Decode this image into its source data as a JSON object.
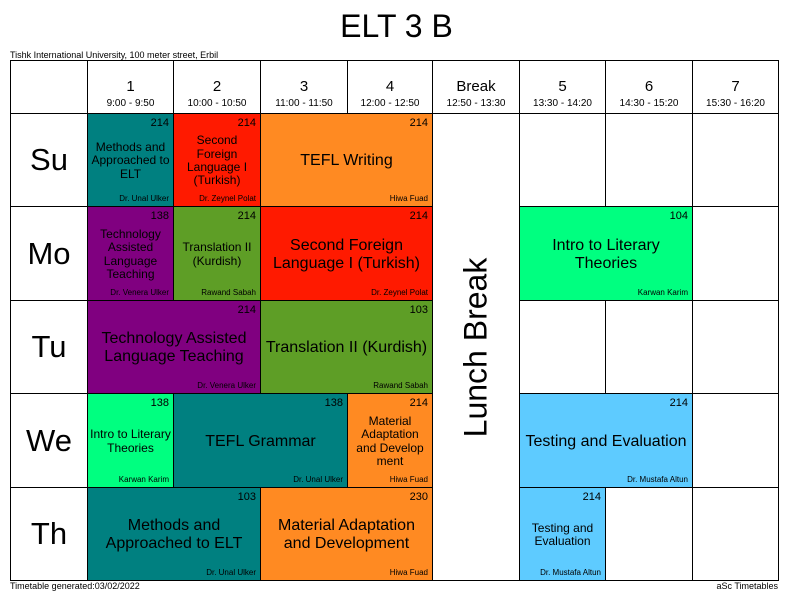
{
  "title": "ELT 3 B",
  "address": "Tishk International University, 100 meter street, Erbil",
  "footer": {
    "generated": "Timetable generated:03/02/2022",
    "app": "aSc Timetables"
  },
  "periods": [
    {
      "num": "1",
      "time": "9:00 - 9:50"
    },
    {
      "num": "2",
      "time": "10:00 - 10:50"
    },
    {
      "num": "3",
      "time": "11:00 - 11:50"
    },
    {
      "num": "4",
      "time": "12:00 - 12:50"
    },
    {
      "num": "Break",
      "time": "12:50 - 13:30"
    },
    {
      "num": "5",
      "time": "13:30 - 14:20"
    },
    {
      "num": "6",
      "time": "14:30 - 15:20"
    },
    {
      "num": "7",
      "time": "15:30 - 16:20"
    }
  ],
  "days": [
    "Su",
    "Mo",
    "Tu",
    "We",
    "Th"
  ],
  "break_label": "Lunch Break",
  "colors": {
    "teal": "#008080",
    "red": "#ff1a00",
    "orange": "#ff8a22",
    "purple": "#800080",
    "green": "#5e9e26",
    "mint": "#00ff80",
    "blue": "#5ecbff"
  },
  "lessons": [
    {
      "day": 0,
      "period": 1,
      "span": 1,
      "subject": "Methods and Approached to ELT",
      "room": "214",
      "teacher": "Dr. Unal Ulker",
      "color": "teal"
    },
    {
      "day": 0,
      "period": 2,
      "span": 1,
      "subject": "Second Foreign Language I (Turkish)",
      "room": "214",
      "teacher": "Dr. Zeynel Polat",
      "color": "red"
    },
    {
      "day": 0,
      "period": 3,
      "span": 2,
      "subject": "TEFL Writing",
      "room": "214",
      "teacher": "Hiwa Fuad",
      "color": "orange"
    },
    {
      "day": 1,
      "period": 1,
      "span": 1,
      "subject": "Technology Assisted Language Teaching",
      "room": "138",
      "teacher": "Dr. Venera Ulker",
      "color": "purple"
    },
    {
      "day": 1,
      "period": 2,
      "span": 1,
      "subject": "Translation II (Kurdish)",
      "room": "214",
      "teacher": "Rawand Sabah",
      "color": "green"
    },
    {
      "day": 1,
      "period": 3,
      "span": 2,
      "subject": "Second Foreign Language I (Turkish)",
      "room": "214",
      "teacher": "Dr. Zeynel Polat",
      "color": "red"
    },
    {
      "day": 1,
      "period": 5,
      "span": 2,
      "subject": "Intro to Literary Theories",
      "room": "104",
      "teacher": "Karwan Karim",
      "color": "mint"
    },
    {
      "day": 2,
      "period": 1,
      "span": 2,
      "subject": "Technology Assisted Language Teaching",
      "room": "214",
      "teacher": "Dr. Venera Ulker",
      "color": "purple"
    },
    {
      "day": 2,
      "period": 3,
      "span": 2,
      "subject": "Translation II (Kurdish)",
      "room": "103",
      "teacher": "Rawand Sabah",
      "color": "green"
    },
    {
      "day": 3,
      "period": 1,
      "span": 1,
      "subject": "Intro to Literary Theories",
      "room": "138",
      "teacher": "Karwan Karim",
      "color": "mint"
    },
    {
      "day": 3,
      "period": 2,
      "span": 2,
      "subject": "TEFL Grammar",
      "room": "138",
      "teacher": "Dr. Unal Ulker",
      "color": "teal"
    },
    {
      "day": 3,
      "period": 4,
      "span": 1,
      "subject": "Material Adaptation and Develop ment",
      "room": "214",
      "teacher": "Hiwa Fuad",
      "color": "orange"
    },
    {
      "day": 3,
      "period": 5,
      "span": 2,
      "subject": "Testing and Evaluation",
      "room": "214",
      "teacher": "Dr. Mustafa Altun",
      "color": "blue"
    },
    {
      "day": 4,
      "period": 1,
      "span": 2,
      "subject": "Methods and Approached to ELT",
      "room": "103",
      "teacher": "Dr. Unal Ulker",
      "color": "teal"
    },
    {
      "day": 4,
      "period": 3,
      "span": 2,
      "subject": "Material Adaptation and Development",
      "room": "230",
      "teacher": "Hiwa Fuad",
      "color": "orange"
    },
    {
      "day": 4,
      "period": 5,
      "span": 1,
      "subject": "Testing and Evaluation",
      "room": "214",
      "teacher": "Dr. Mustafa Altun",
      "color": "blue"
    }
  ]
}
